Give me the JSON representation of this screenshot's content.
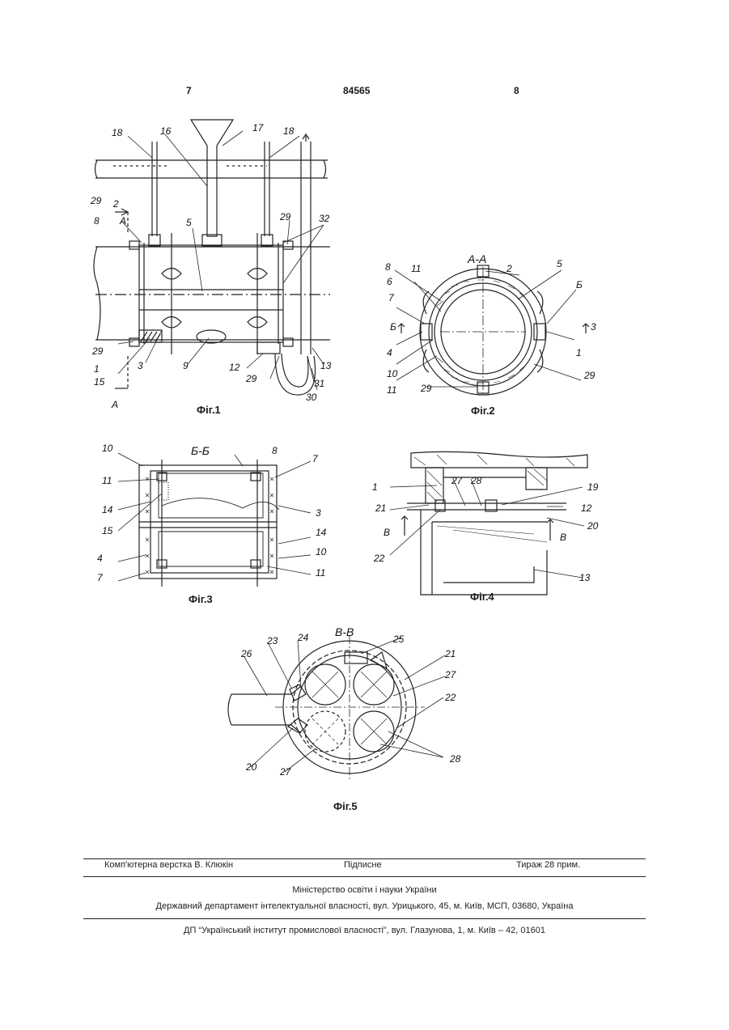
{
  "header": {
    "left_page": "7",
    "patent_number": "84565",
    "right_page": "8"
  },
  "figures": {
    "fig1": {
      "caption": "Фіг.1",
      "labels": [
        "18",
        "16",
        "17",
        "18",
        "29",
        "2",
        "А",
        "8",
        "5",
        "29",
        "32",
        "29",
        "15",
        "1",
        "3",
        "9",
        "12",
        "29",
        "31",
        "13",
        "30",
        "А"
      ]
    },
    "fig2": {
      "caption": "Фіг.2",
      "section": "А-А",
      "labels": [
        "8",
        "11",
        "6",
        "7",
        "Б",
        "4",
        "10",
        "11",
        "29",
        "2",
        "5",
        "Б",
        "3",
        "1",
        "29"
      ]
    },
    "fig3": {
      "caption": "Фіг.3",
      "section": "Б-Б",
      "labels": [
        "10",
        "11",
        "14",
        "15",
        "4",
        "7",
        "8",
        "7",
        "3",
        "14",
        "10",
        "11"
      ]
    },
    "fig4": {
      "caption": "Фіг.4",
      "labels": [
        "1",
        "21",
        "27",
        "28",
        "19",
        "12",
        "20",
        "В",
        "В",
        "22",
        "13"
      ]
    },
    "fig5": {
      "caption": "Фіг.5",
      "section": "В-В",
      "labels": [
        "26",
        "23",
        "24",
        "25",
        "21",
        "27",
        "22",
        "20",
        "27",
        "28"
      ]
    }
  },
  "footer": {
    "typesetting": "Комп'ютерна верстка В. Клюкін",
    "subscription": "Підписне",
    "circulation": "Тираж 28 прим.",
    "ministry": "Міністерство освіти і науки України",
    "department": "Державний департамент інтелектуальної власності, вул. Урицького, 45, м. Київ, МСП, 03680, Україна",
    "institute": "ДП “Український інститут промислової власності”, вул. Глазунова, 1, м. Київ – 42, 01601"
  }
}
